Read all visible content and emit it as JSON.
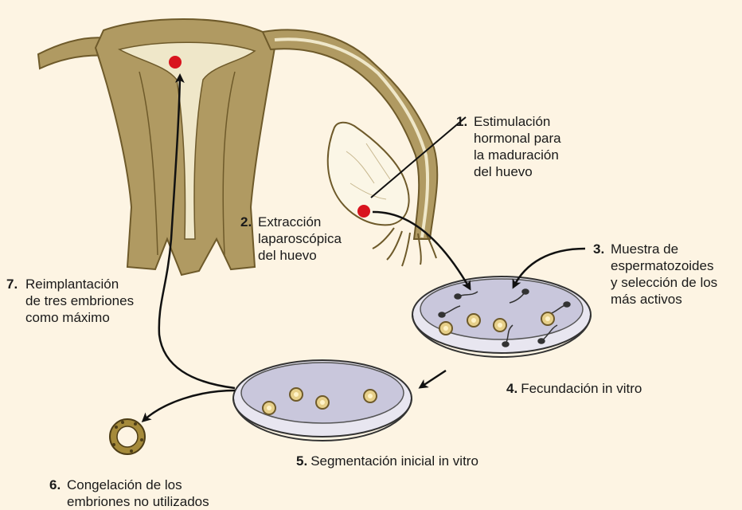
{
  "colors": {
    "background": "#fdf4e3",
    "uterus": "#b09a62",
    "uterus_dark": "#6e5a2a",
    "lumen": "#efe7c9",
    "ovary": "#fbf6e6",
    "egg_marker": "#d8141e",
    "dish": "#dcdcea",
    "dish_medium": "#c9c7dc",
    "embryo": "#e7d08a",
    "arrow": "#111111"
  },
  "steps": [
    {
      "number": "1.",
      "lines": [
        "Estimulación",
        "hormonal para",
        "la maduración",
        "del huevo"
      ]
    },
    {
      "number": "2.",
      "lines": [
        "Extracción",
        "laparoscópica",
        "del huevo"
      ]
    },
    {
      "number": "3.",
      "lines": [
        "Muestra de",
        "espermatozoides",
        "y selección de los",
        "más activos"
      ]
    },
    {
      "number": "4.",
      "lines": [
        "Fecundación in vitro"
      ]
    },
    {
      "number": "5.",
      "lines": [
        "Segmentación inicial in vitro"
      ]
    },
    {
      "number": "6.",
      "lines": [
        "Congelación de los",
        "embriones no utilizados"
      ]
    },
    {
      "number": "7.",
      "lines": [
        "Reimplantación",
        "de tres embriones",
        "como máximo"
      ]
    }
  ]
}
